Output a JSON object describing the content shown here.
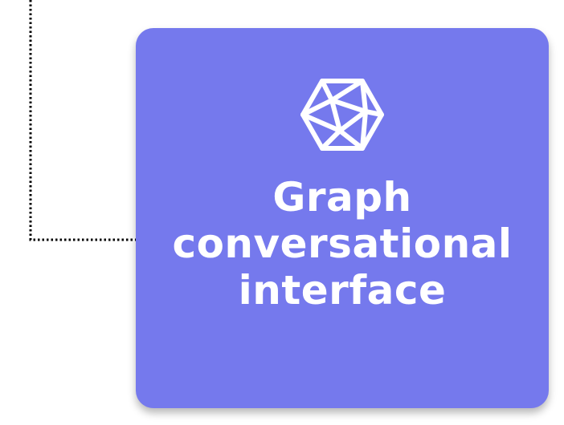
{
  "colors": {
    "card_background": "#7579ed",
    "connector": "#000000",
    "text": "#ffffff"
  },
  "card": {
    "icon": "icosahedron-icon",
    "title_lines": [
      "Graph",
      "conversational",
      "interface"
    ]
  }
}
